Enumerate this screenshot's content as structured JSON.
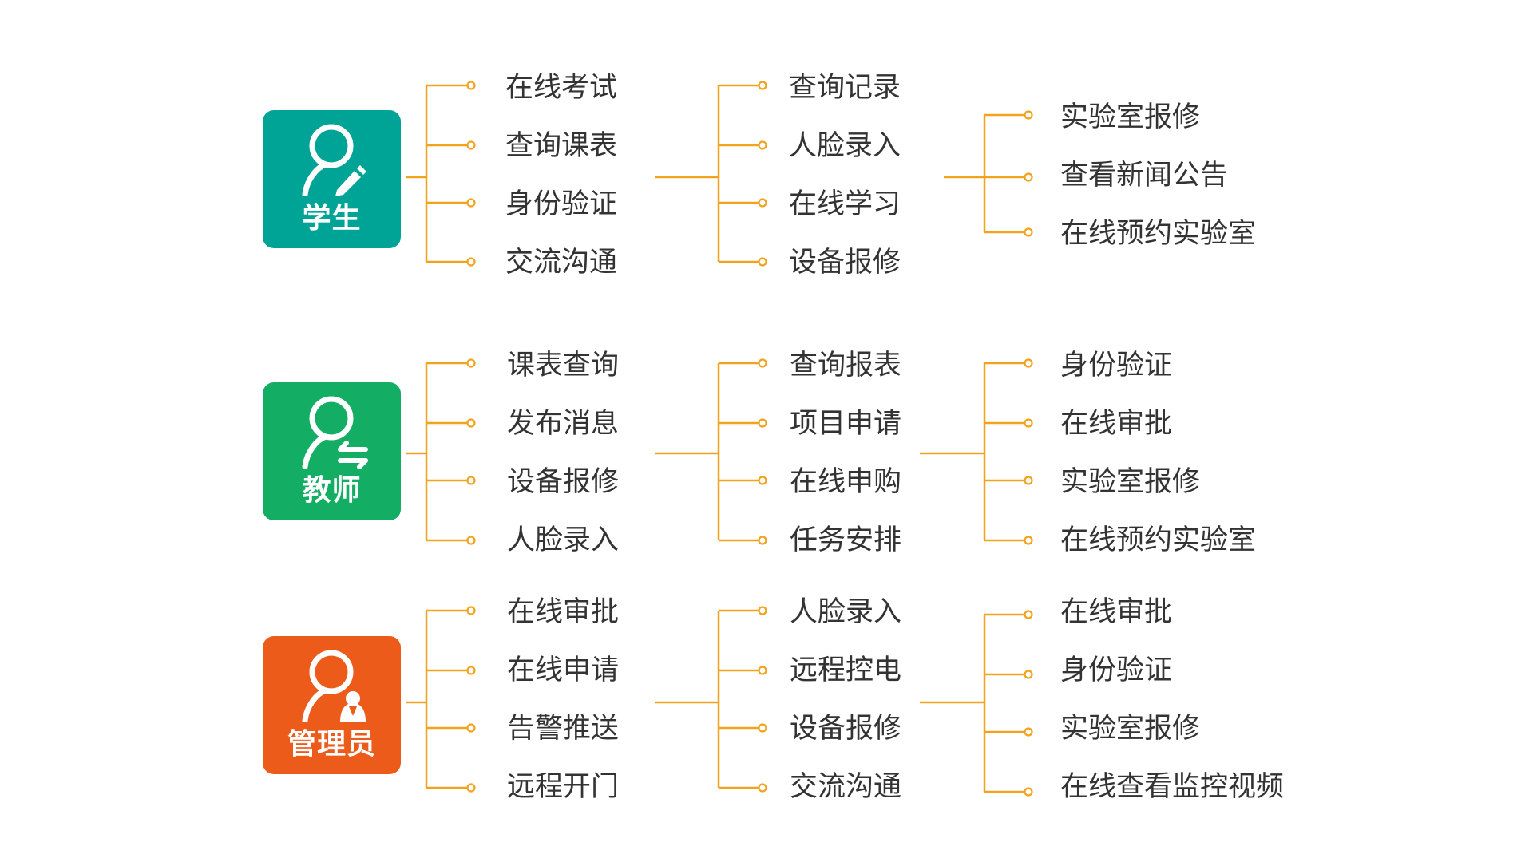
{
  "colors": {
    "student": "#00a496",
    "teacher": "#13ad64",
    "admin": "#ec5b1a",
    "connector": "#f3a21c",
    "text": "#333333"
  },
  "roles": [
    {
      "name": "学生",
      "icon": "person-pencil-icon",
      "columns": [
        [
          "在线考试",
          "查询课表",
          "身份验证",
          "交流沟通"
        ],
        [
          "查询记录",
          "人脸录入",
          "在线学习",
          "设备报修"
        ],
        [
          "实验室报修",
          "查看新闻公告",
          "在线预约实验室"
        ]
      ]
    },
    {
      "name": "教师",
      "icon": "person-exchange-icon",
      "columns": [
        [
          "课表查询",
          "发布消息",
          "设备报修",
          "人脸录入"
        ],
        [
          "查询报表",
          "项目申请",
          "在线申购",
          "任务安排"
        ],
        [
          "身份验证",
          "在线审批",
          "实验室报修",
          "在线预约实验室"
        ]
      ]
    },
    {
      "name": "管理员",
      "icon": "person-admin-icon",
      "columns": [
        [
          "在线审批",
          "在线申请",
          "告警推送",
          "远程开门"
        ],
        [
          "人脸录入",
          "远程控电",
          "设备报修",
          "交流沟通"
        ],
        [
          "在线审批",
          "身份验证",
          "实验室报修",
          "在线查看监控视频"
        ]
      ]
    }
  ]
}
